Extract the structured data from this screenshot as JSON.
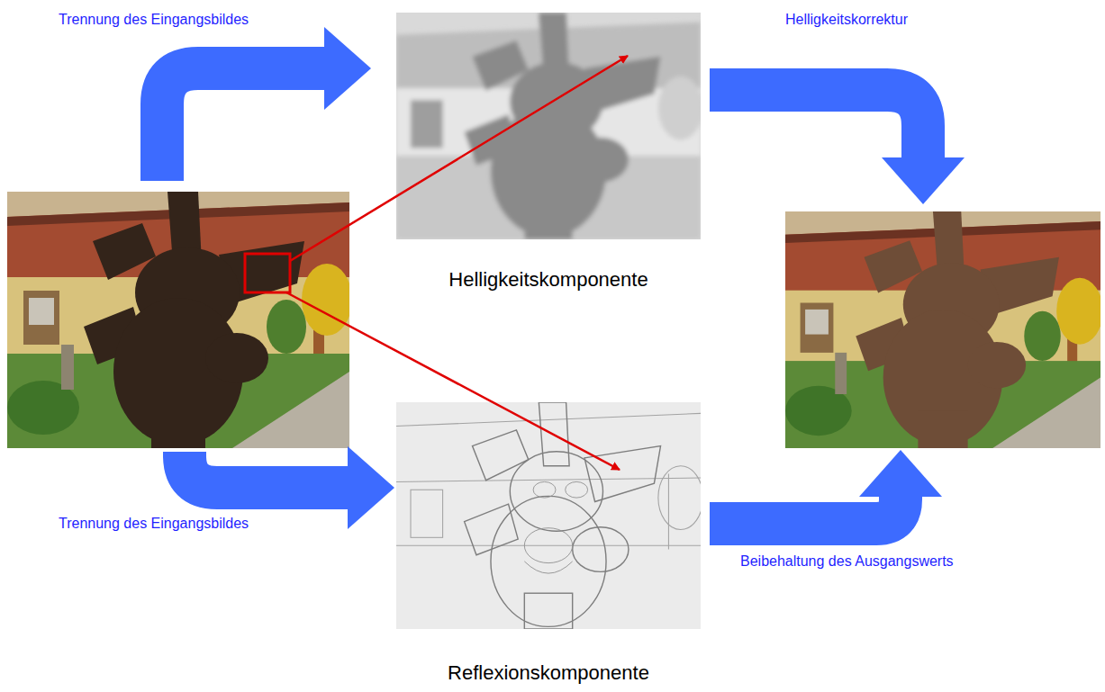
{
  "diagram": {
    "nodes": [
      {
        "text": []
      },
      {
        "text": [
          "Helligkeitskomponente"
        ]
      },
      {
        "text": [
          "Reflexionskomponente"
        ]
      },
      {
        "text": []
      }
    ],
    "edges": [
      {
        "from": 0,
        "to": 1,
        "arrow": "to",
        "label": "Trennung des Eingangsbildes"
      },
      {
        "from": 0,
        "to": 2,
        "arrow": "to",
        "label": "Trennung des Eingangsbildes"
      },
      {
        "from": 1,
        "to": 3,
        "arrow": "to",
        "label": "Helligkeitskorrektur"
      },
      {
        "from": 2,
        "to": 3,
        "arrow": "to",
        "label": "Beibehaltung des Ausgangswerts"
      }
    ]
  }
}
